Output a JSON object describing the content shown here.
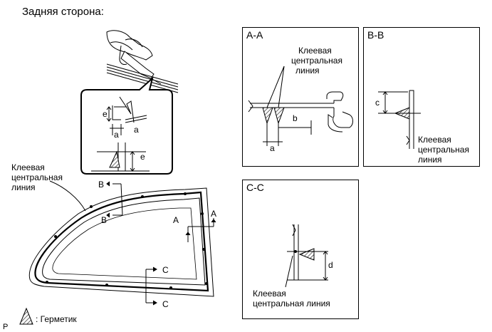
{
  "title": "Задняя сторона:",
  "labels": {
    "adhesive_line_l1": "Клеевая",
    "adhesive_line_l2": "центральная",
    "adhesive_line_l3": "линия",
    "adhesive_line_inline": "центральная линия",
    "dim_a": "a",
    "dim_b": "b",
    "dim_c": "c",
    "dim_d": "d",
    "dim_e": "e"
  },
  "sections": {
    "aa": "A-A",
    "bb": "B-B",
    "cc": "C-C",
    "marker_a": "A",
    "marker_b": "B",
    "marker_c": "C"
  },
  "legend": {
    "sealant": ": Герметик",
    "corner": "P"
  },
  "colors": {
    "line": "#000000",
    "hatch": "#555555",
    "background": "#ffffff"
  }
}
